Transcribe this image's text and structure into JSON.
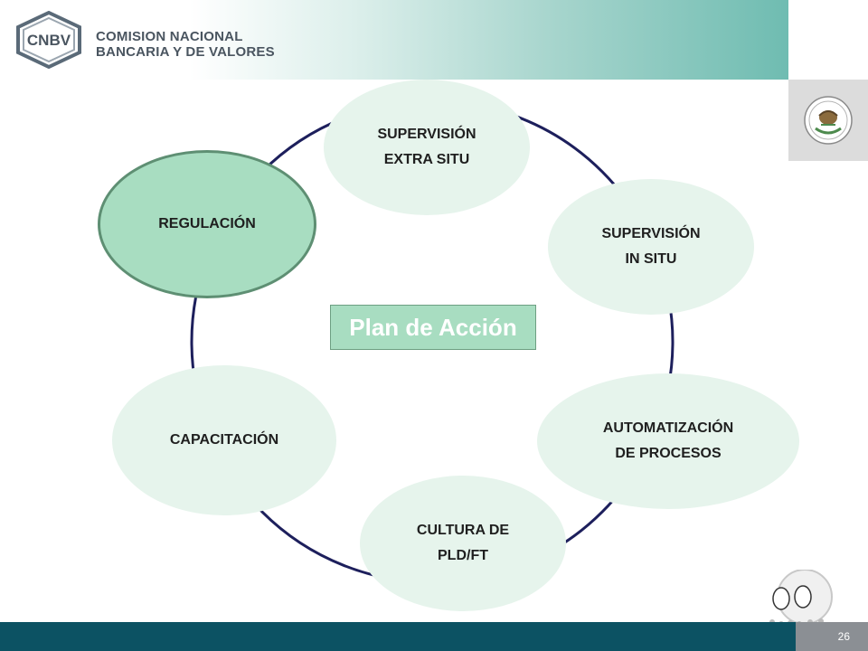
{
  "header": {
    "logo_mark": "CNBV",
    "org_line1": "COMISION NACIONAL",
    "org_line2": "BANCARIA Y DE VALORES"
  },
  "diagram": {
    "center_label": "Plan de Acción",
    "nodes": [
      {
        "id": "supervision-extra-situ",
        "label": "SUPERVISIÓN\nEXTRA SITU",
        "active": false
      },
      {
        "id": "supervision-in-situ",
        "label": "SUPERVISIÓN\nIN SITU",
        "active": false
      },
      {
        "id": "automatizacion",
        "label": "AUTOMATIZACIÓN\nDE PROCESOS",
        "active": false
      },
      {
        "id": "cultura",
        "label": "CULTURA DE\nPLD/FT",
        "active": false
      },
      {
        "id": "capacitacion",
        "label": "CAPACITACIÓN",
        "active": false
      },
      {
        "id": "regulacion",
        "label": "REGULACIÓN",
        "active": true
      }
    ],
    "colors": {
      "node_fill": "#e6f4ec",
      "active_fill": "#a8ddc1",
      "ring": "#1d1f5c"
    }
  },
  "footer": {
    "page_number": "26"
  },
  "icons": {
    "seal": "mexico-coat-of-arms-icon",
    "decoration": "chat-bubbles-icon"
  }
}
